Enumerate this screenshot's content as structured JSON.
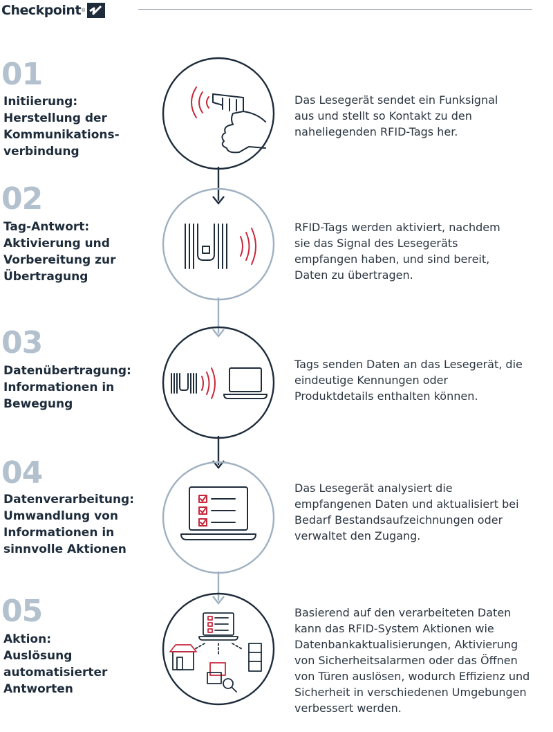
{
  "brand": {
    "name": "Checkpoint",
    "registered": "®"
  },
  "colors": {
    "dark": "#1d2b3a",
    "light": "#9fb0c0",
    "accent": "#c8283c",
    "number": "#b3c0cd"
  },
  "steps": [
    {
      "number": "01",
      "title": "Initiierung:\nHerstellung der\nKommunikations-\nverbindung",
      "description": "Das Lesegerät sendet ein Funksignal\naus und stellt so Kontakt zu den\nnaheliegenden RFID-Tags her.",
      "icon": "rfid-scanner-hand-icon"
    },
    {
      "number": "02",
      "title": "Tag-Antwort:\nAktivierung und\nVorbereitung zur\nÜbertragung",
      "description": "RFID-Tags werden aktiviert, nachdem\nsie das Signal des Lesegeräts\nempfangen haben, und sind bereit,\nDaten zu übertragen.",
      "icon": "rfid-tag-icon"
    },
    {
      "number": "03",
      "title": "Datenübertragung:\nInformationen in\nBewegung",
      "description": "Tags senden Daten an das Lesegerät, die\neindeutige Kennungen oder\nProduktdetails enthalten können.",
      "icon": "tag-to-laptop-icon"
    },
    {
      "number": "04",
      "title": "Datenverarbeitung:\nUmwandlung von\nInformationen in\nsinnvolle Aktionen",
      "description": "Das Lesegerät analysiert die\nempfangenen Daten und aktualisiert bei\nBedarf Bestandsaufzeichnungen oder\nverwaltet den Zugang.",
      "icon": "laptop-checklist-icon"
    },
    {
      "number": "05",
      "title": "Aktion:\nAuslösung\nautomatisierter\nAntworten",
      "description": "Basierend auf den verarbeiteten Daten\nkann das RFID-System Aktionen wie\nDatenbankaktualisierungen, Aktivierung\nvon Sicherheitsalarmen oder das Öffnen\nvon Türen auslösen, wodurch Effizienz und\nSicherheit in verschiedenen Umgebungen\nverbessert werden.",
      "icon": "automated-actions-icon"
    }
  ]
}
